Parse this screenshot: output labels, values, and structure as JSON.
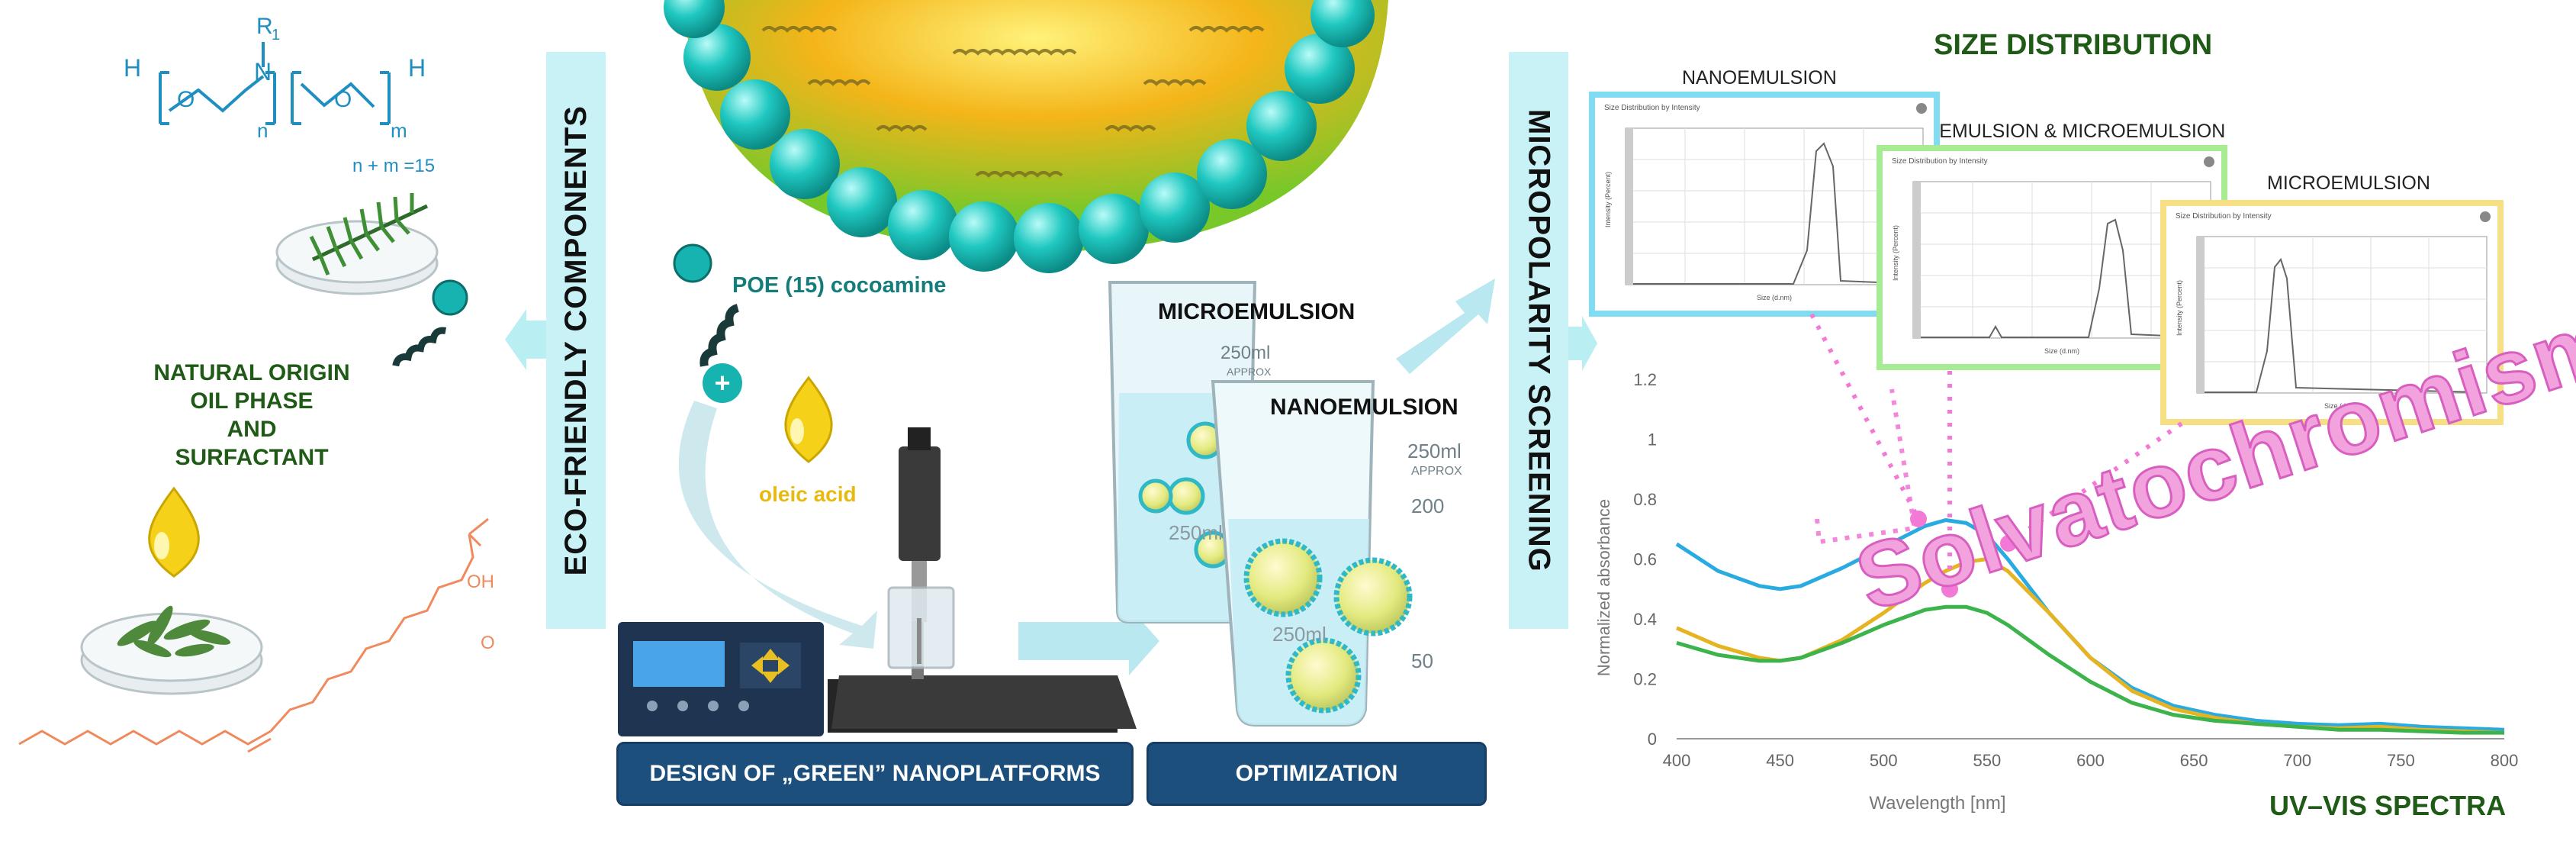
{
  "left": {
    "chem": {
      "h_left": "H",
      "h_right": "H",
      "n": "N",
      "r1": "R",
      "r1_sub": "1",
      "o1": "O",
      "o2": "O",
      "sub_n": "n",
      "sub_m": "m",
      "formula_note": "n + m =15"
    },
    "origin_lines": [
      "NATURAL ORIGIN",
      "OIL PHASE",
      "AND",
      "SURFACTANT"
    ],
    "oleic_oh": "OH",
    "oleic_o": "O"
  },
  "banners": {
    "eco": "ECO-FRIENDLY COMPONENTS",
    "micro": "MICROPOLARITY SCREENING"
  },
  "center": {
    "surfactant_label": "POE (15) cocoamine",
    "plus": "+",
    "oil_label": "oleic acid",
    "design_button": "DESIGN OF „GREEN” NANOPLATFORMS",
    "optimization_button": "OPTIMIZATION",
    "microemulsion_label": "MICROEMULSION",
    "nanoemulsion_label": "NANOEMULSION",
    "beaker_back_marks": [
      "250ml",
      "APPROX",
      "250ml"
    ],
    "beaker_front_marks": [
      "250ml",
      "APPROX",
      "200",
      "250ml",
      "50"
    ]
  },
  "size_distribution": {
    "title": "SIZE DISTRIBUTION",
    "insets": [
      {
        "label": "NANOEMULSION",
        "header": "Size Distribution by Intensity",
        "xlabel": "Size (d.nm)",
        "ylabel": "Intensity (Percent)",
        "frame_color": "#5fd3f0"
      },
      {
        "label": "NANOEMULSION & MICROEMULSION",
        "header": "Size Distribution by Intensity",
        "xlabel": "Size (d.nm)",
        "ylabel": "Intensity (Percent)",
        "frame_color": "#8fe07a"
      },
      {
        "label": "MICROEMULSION",
        "header": "Size Distribution by Intensity",
        "xlabel": "Size (d.nm)",
        "ylabel": "Intensity (Percent)",
        "frame_color": "#f6dc7e"
      }
    ]
  },
  "solvatochromism": "Solvatochromism",
  "chart_data": {
    "type": "line",
    "title": "UV–VIS SPECTRA",
    "xlabel": "Wavelength [nm]",
    "ylabel": "Normalized absorbance",
    "xlim": [
      400,
      800
    ],
    "ylim": [
      0,
      1.2
    ],
    "xticks": [
      400,
      450,
      500,
      550,
      600,
      650,
      700,
      750,
      800
    ],
    "yticks": [
      0,
      0.2,
      0.4,
      0.6,
      0.8,
      1,
      1.2
    ],
    "ytick_labels": [
      "0",
      "0.2",
      "0.4",
      "0.6",
      "0.8",
      "1",
      "1.2"
    ],
    "grid": false,
    "x": [
      400,
      420,
      440,
      450,
      460,
      480,
      500,
      520,
      530,
      540,
      550,
      560,
      580,
      600,
      620,
      640,
      660,
      680,
      700,
      720,
      740,
      760,
      780,
      800
    ],
    "series": [
      {
        "color": "#29abe2",
        "values": [
          0.65,
          0.56,
          0.51,
          0.5,
          0.51,
          0.57,
          0.64,
          0.71,
          0.73,
          0.72,
          0.68,
          0.6,
          0.42,
          0.27,
          0.17,
          0.11,
          0.08,
          0.06,
          0.05,
          0.045,
          0.05,
          0.04,
          0.035,
          0.03
        ]
      },
      {
        "color": "#e6b422",
        "values": [
          0.37,
          0.31,
          0.27,
          0.26,
          0.27,
          0.33,
          0.42,
          0.52,
          0.56,
          0.59,
          0.6,
          0.56,
          0.42,
          0.27,
          0.16,
          0.1,
          0.07,
          0.05,
          0.04,
          0.035,
          0.04,
          0.03,
          0.025,
          0.02
        ]
      },
      {
        "color": "#3cb44b",
        "values": [
          0.32,
          0.28,
          0.26,
          0.26,
          0.27,
          0.32,
          0.38,
          0.43,
          0.44,
          0.44,
          0.42,
          0.38,
          0.28,
          0.19,
          0.12,
          0.08,
          0.06,
          0.05,
          0.04,
          0.03,
          0.03,
          0.025,
          0.02,
          0.02
        ]
      }
    ]
  }
}
